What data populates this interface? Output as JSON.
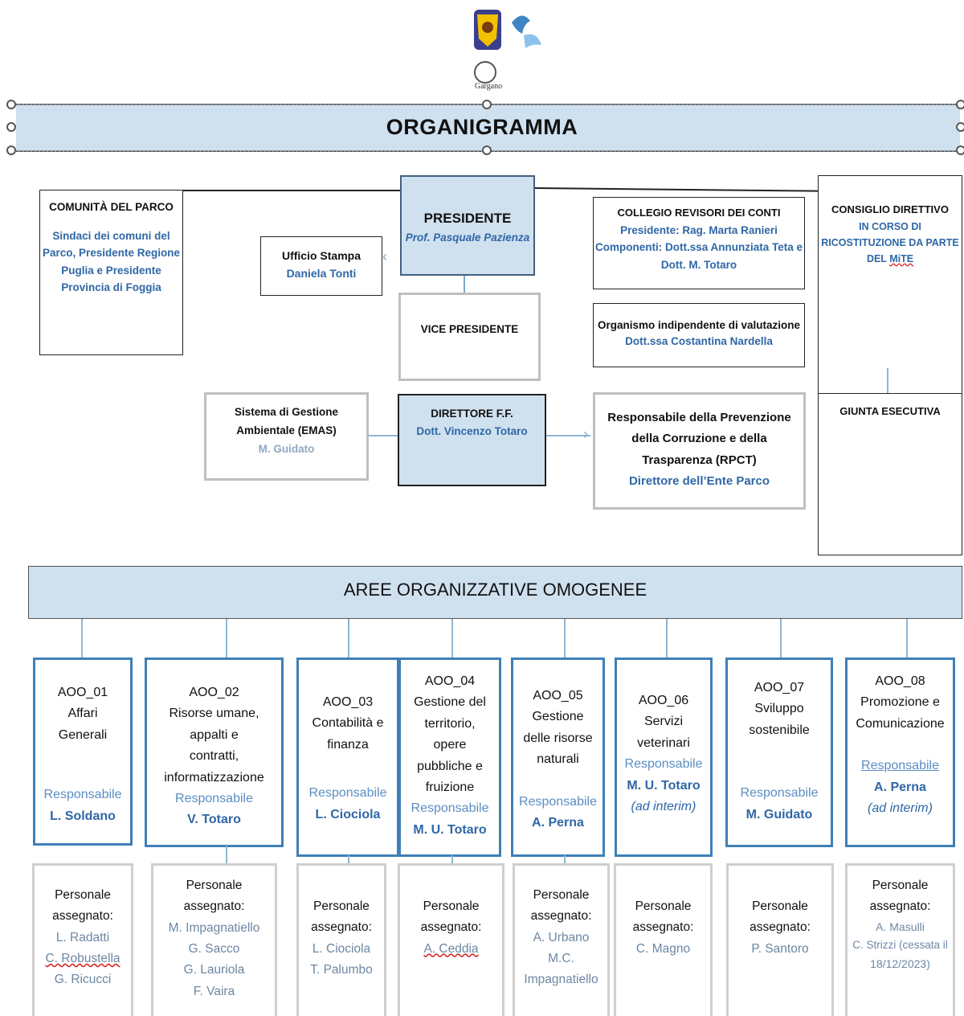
{
  "logo": {
    "text": "Gargano",
    "icon": "park-logo-icon"
  },
  "title": "ORGANIGRAMMA",
  "comunita": {
    "title": "COMUNITÀ DEL PARCO",
    "lines": [
      "Sindaci dei comuni del",
      "Parco, Presidente Regione",
      "Puglia e Presidente",
      "Provincia di Foggia"
    ]
  },
  "presidente": {
    "title": "PRESIDENTE",
    "name": "Prof. Pasquale Pazienza"
  },
  "ufficio_stampa": {
    "title": "Ufficio Stampa",
    "name": "Daniela Tonti"
  },
  "vice_presidente": {
    "title": "VICE PRESIDENTE"
  },
  "collegio": {
    "title": "COLLEGIO REVISORI DEI CONTI",
    "line1": "Presidente: Rag. Marta Ranieri",
    "line2": "Componenti: Dott.ssa Annunziata Teta e",
    "line3": "Dott. M. Totaro"
  },
  "oiv": {
    "title": "Organismo indipendente di valutazione",
    "name": "Dott.ssa Costantina Nardella"
  },
  "consiglio": {
    "title": "CONSIGLIO DIRETTIVO",
    "line1": "IN CORSO DI",
    "line2": "RICOSTITUZIONE DA PARTE",
    "line3a": "DEL ",
    "line3b": "MiTE"
  },
  "giunta": {
    "title": "GIUNTA ESECUTIVA"
  },
  "sga": {
    "line1": "Sistema di Gestione",
    "line2": "Ambientale (EMAS)",
    "name": "M. Guidato"
  },
  "direttore": {
    "title": "DIRETTORE F.F.",
    "name": "Dott. Vincenzo Totaro"
  },
  "rpct": {
    "line1": "Responsabile della Prevenzione",
    "line2": "della Corruzione e della",
    "line3": "Trasparenza (RPCT)",
    "name": "Direttore dell’Ente Parco"
  },
  "aree_title": "AREE ORGANIZZATIVE OMOGENEE",
  "aoo": [
    {
      "lines": [
        "AOO_01",
        "Affari",
        "Generali"
      ],
      "resp": "Responsabile",
      "name": "L. Soldano"
    },
    {
      "lines": [
        "AOO_02",
        "Risorse umane,",
        "appalti e",
        "contratti,",
        "informatizzazione"
      ],
      "resp": "Responsabile",
      "name": "V. Totaro"
    },
    {
      "lines": [
        "AOO_03",
        "Contabilità e",
        "finanza"
      ],
      "resp": "Responsabile",
      "name": "L. Ciociola"
    },
    {
      "lines": [
        "AOO_04",
        "Gestione del",
        "territorio,",
        "opere",
        "pubbliche e",
        "fruizione"
      ],
      "resp": "Responsabile",
      "name": "M. U. Totaro"
    },
    {
      "lines": [
        "AOO_05",
        "Gestione",
        "delle risorse",
        "naturali"
      ],
      "resp": "Responsabile",
      "name": "A. Perna"
    },
    {
      "lines": [
        "AOO_06",
        "Servizi",
        "veterinari"
      ],
      "resp": "Responsabile",
      "name": "M. U. Totaro",
      "note": "(ad interim)"
    },
    {
      "lines": [
        "AOO_07",
        "Sviluppo",
        "sostenibile"
      ],
      "resp": "Responsabile",
      "name": "M. Guidato"
    },
    {
      "lines": [
        "AOO_08",
        "Promozione e",
        "Comunicazione"
      ],
      "resp": "Responsabile",
      "name": "A. Perna",
      "note": "(ad interim)"
    }
  ],
  "personale": [
    {
      "head1": "Personale",
      "head2": "assegnato:",
      "names": [
        "L. Radatti",
        "C. Robustella",
        "G. Ricucci"
      ]
    },
    {
      "head1": "Personale",
      "head2": "assegnato:",
      "names": [
        "M. Impagnatiello",
        "G. Sacco",
        "G. Lauriola",
        "F. Vaira"
      ]
    },
    {
      "head1": "Personale",
      "head2": "assegnato:",
      "names": [
        "L. Ciociola",
        "T. Palumbo"
      ]
    },
    {
      "head1": "Personale",
      "head2": "assegnato:",
      "names": [
        "A. Ceddia"
      ]
    },
    {
      "head1": "Personale",
      "head2": "assegnato:",
      "names": [
        "A. Urbano",
        "M.C.",
        "Impagnatiello"
      ]
    },
    {
      "head1": "Personale",
      "head2": "assegnato:",
      "names": [
        "C. Magno"
      ]
    },
    {
      "head1": "Personale",
      "head2": "assegnato:",
      "names": [
        "P. Santoro"
      ]
    },
    {
      "head1": "Personale",
      "head2": "assegnato:",
      "names": [
        "A. Masulli",
        "C. Strizzi (cessata il",
        "18/12/2023)"
      ]
    }
  ]
}
